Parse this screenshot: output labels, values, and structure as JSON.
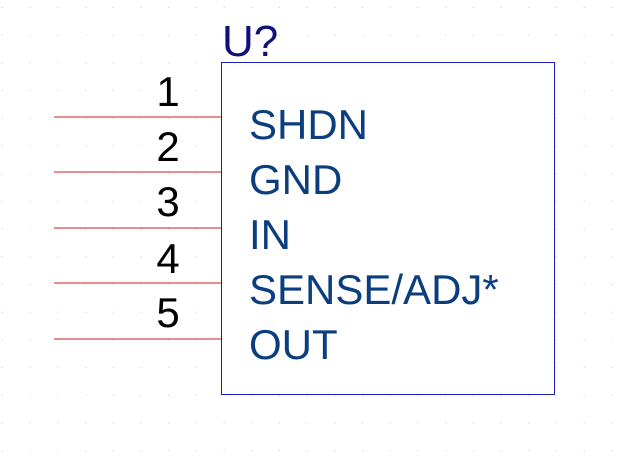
{
  "component": {
    "reference": "U?",
    "pins": [
      {
        "number": "1",
        "name": "SHDN"
      },
      {
        "number": "2",
        "name": "GND"
      },
      {
        "number": "3",
        "name": "IN"
      },
      {
        "number": "4",
        "name": "SENSE/ADJ*"
      },
      {
        "number": "5",
        "name": "OUT"
      }
    ]
  },
  "colors": {
    "body_outline": "#1c1cb4",
    "pin_line": "#c82020",
    "pin_name": "#0a3e7e",
    "pin_number": "#000000",
    "reference": "#10107a",
    "grid_dot": "#c8c8c8"
  }
}
